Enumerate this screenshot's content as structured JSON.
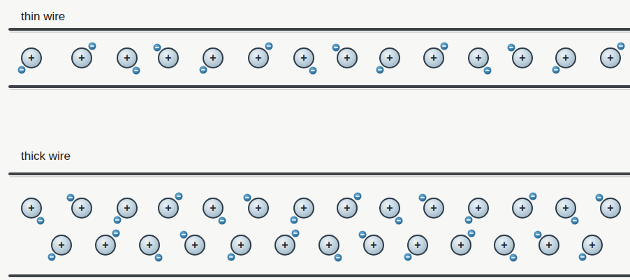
{
  "diagram": {
    "nodes": [
      {
        "text": [
          "+"
        ]
      },
      {
        "text": [
          "+"
        ]
      },
      {
        "text": [
          "+"
        ]
      },
      {
        "text": [
          "+"
        ]
      },
      {
        "text": [
          "+"
        ]
      },
      {
        "text": [
          "+"
        ]
      },
      {
        "text": [
          "+"
        ]
      },
      {
        "text": [
          "+"
        ]
      },
      {
        "text": [
          "+"
        ]
      },
      {
        "text": [
          "+"
        ]
      },
      {
        "text": [
          "+"
        ]
      },
      {
        "text": [
          "+"
        ]
      },
      {
        "text": [
          "+"
        ]
      },
      {
        "text": [
          "+"
        ]
      },
      {
        "text": [
          "+"
        ]
      },
      {
        "text": [
          "+"
        ]
      },
      {
        "text": [
          "+"
        ]
      },
      {
        "text": [
          "+"
        ]
      },
      {
        "text": [
          "+"
        ]
      },
      {
        "text": [
          "+"
        ]
      },
      {
        "text": [
          "+"
        ]
      },
      {
        "text": [
          "+"
        ]
      },
      {
        "text": [
          "+"
        ]
      },
      {
        "text": [
          "+"
        ]
      },
      {
        "text": [
          "+"
        ]
      },
      {
        "text": [
          "+"
        ]
      },
      {
        "text": [
          "+"
        ]
      },
      {
        "text": [
          "+"
        ]
      },
      {
        "text": [
          "+"
        ]
      },
      {
        "text": [
          "+"
        ]
      },
      {
        "text": [
          "+"
        ]
      },
      {
        "text": [
          "+"
        ]
      },
      {
        "text": [
          "+"
        ]
      },
      {
        "text": [
          "+"
        ]
      },
      {
        "text": [
          "+"
        ]
      },
      {
        "text": [
          "+"
        ]
      },
      {
        "text": [
          "+"
        ]
      },
      {
        "text": [
          "+"
        ]
      },
      {
        "text": [
          "+"
        ]
      },
      {
        "text": [
          "+"
        ]
      },
      {
        "text": [
          "+"
        ]
      }
    ],
    "labels": [
      "thin wire",
      "thick wire"
    ]
  }
}
